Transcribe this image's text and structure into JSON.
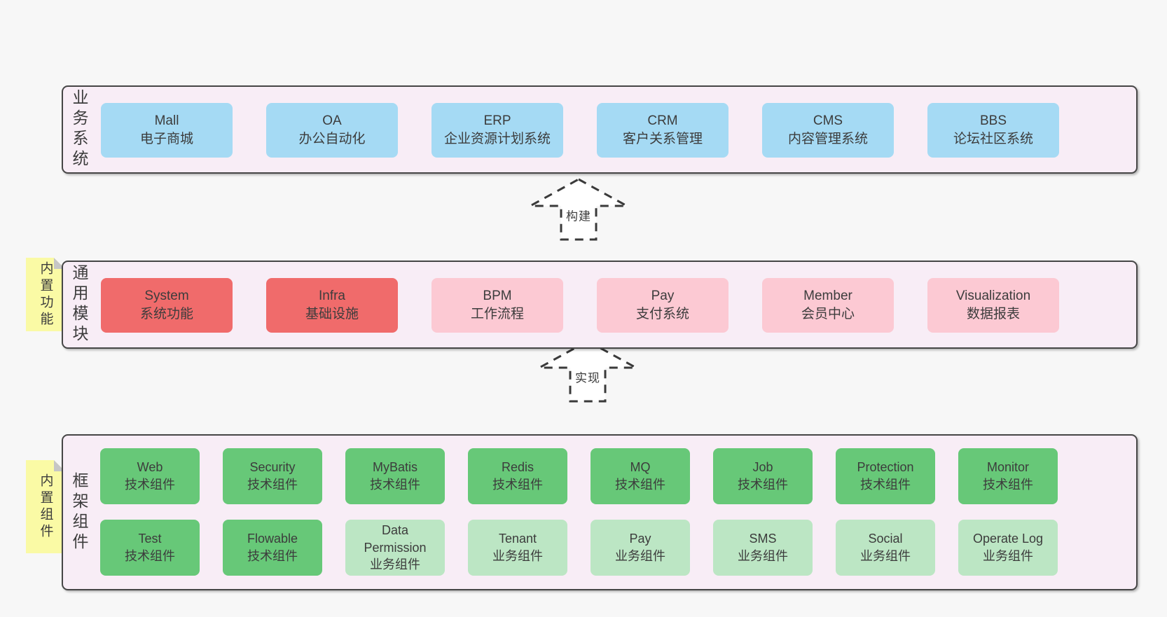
{
  "colors": {
    "background": "#f7f7f7",
    "panel_fill": "#f8edf6",
    "panel_border": "#464646",
    "blue_box": "#a5daf4",
    "red_box": "#f06b6b",
    "pink_box": "#fcc9d3",
    "green_box": "#67c878",
    "light_green_box": "#bce6c4",
    "note_yellow": "#fafaa5",
    "text": "#3c3c3c"
  },
  "arrows": [
    {
      "label": "构建"
    },
    {
      "label": "实现"
    }
  ],
  "layers": {
    "business": {
      "label": "业务系统",
      "boxes": [
        {
          "en": "Mall",
          "zh": "电子商城"
        },
        {
          "en": "OA",
          "zh": "办公自动化"
        },
        {
          "en": "ERP",
          "zh": "企业资源计划系统"
        },
        {
          "en": "CRM",
          "zh": "客户关系管理"
        },
        {
          "en": "CMS",
          "zh": "内容管理系统"
        },
        {
          "en": "BBS",
          "zh": "论坛社区系统"
        }
      ]
    },
    "modules": {
      "label": "通用模块",
      "note": "内置功能",
      "boxes": [
        {
          "en": "System",
          "zh": "系统功能"
        },
        {
          "en": "Infra",
          "zh": "基础设施"
        },
        {
          "en": "BPM",
          "zh": "工作流程"
        },
        {
          "en": "Pay",
          "zh": "支付系统"
        },
        {
          "en": "Member",
          "zh": "会员中心"
        },
        {
          "en": "Visualization",
          "zh": "数据报表"
        }
      ]
    },
    "components": {
      "label": "框架组件",
      "note": "内置组件",
      "row1": [
        {
          "en": "Web",
          "zh": "技术组件"
        },
        {
          "en": "Security",
          "zh": "技术组件"
        },
        {
          "en": "MyBatis",
          "zh": "技术组件"
        },
        {
          "en": "Redis",
          "zh": "技术组件"
        },
        {
          "en": "MQ",
          "zh": "技术组件"
        },
        {
          "en": "Job",
          "zh": "技术组件"
        },
        {
          "en": "Protection",
          "zh": "技术组件"
        },
        {
          "en": "Monitor",
          "zh": "技术组件"
        }
      ],
      "row2": [
        {
          "en": "Test",
          "zh": "技术组件"
        },
        {
          "en": "Flowable",
          "zh": "技术组件"
        },
        {
          "en": "Data Permission",
          "zh": "业务组件"
        },
        {
          "en": "Tenant",
          "zh": "业务组件"
        },
        {
          "en": "Pay",
          "zh": "业务组件"
        },
        {
          "en": "SMS",
          "zh": "业务组件"
        },
        {
          "en": "Social",
          "zh": "业务组件"
        },
        {
          "en": "Operate Log",
          "zh": "业务组件"
        }
      ]
    }
  }
}
